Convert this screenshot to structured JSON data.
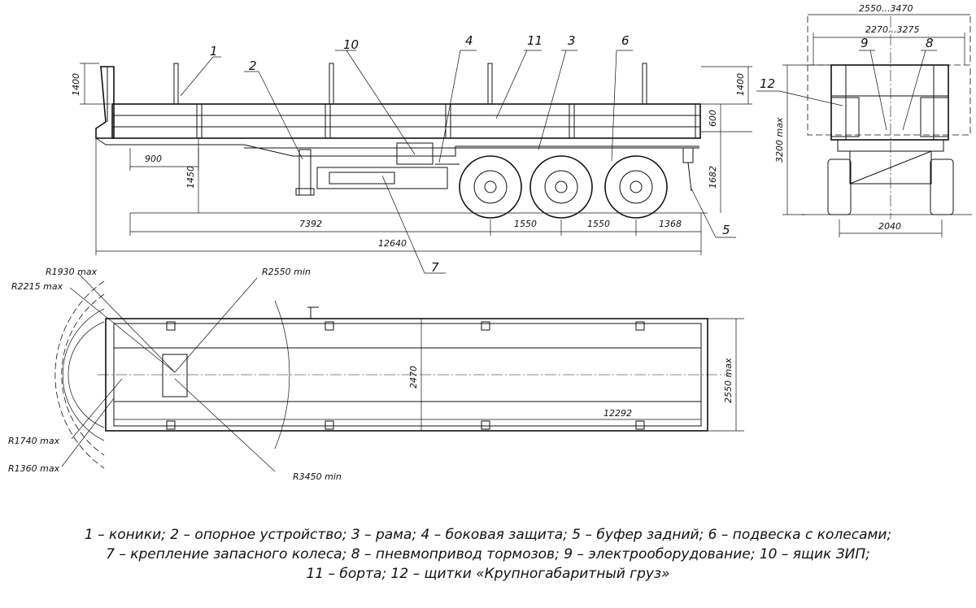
{
  "leaders": [
    "1",
    "2",
    "3",
    "4",
    "5",
    "6",
    "7",
    "8",
    "9",
    "10",
    "11",
    "12"
  ],
  "dims_side": {
    "h_stakes": "1400",
    "h_rear_stakes": "1400",
    "h_board": "600",
    "kingpin_offset": "900",
    "h_frame": "1450",
    "h_total": "1682",
    "l_to_axle": "7392",
    "axle1": "1550",
    "axle2": "1550",
    "rear_overhang": "1368",
    "l_total": "12640"
  },
  "dims_rear": {
    "w_max": "2550...3470",
    "w_inner": "2270...3275",
    "h_max": "3200 max",
    "track": "2040"
  },
  "dims_top": {
    "r1930": "R1930 max",
    "r2215": "R2215 max",
    "r2550": "R2550 min",
    "r1740": "R1740 max",
    "r1360": "R1360 max",
    "r3450": "R3450 min",
    "inner_w": "2470",
    "outer_w": "2550 max",
    "inner_l": "12292"
  },
  "legend": [
    "1 – коники; 2 – опорное устройство; 3 – рама; 4 – боковая защита; 5 – буфер задний; 6 – подвеска с колесами;",
    "7 – крепление запасного колеса; 8 – пневмопривод тормозов; 9 – электрооборудование; 10 – ящик ЗИП;",
    "11 – борта; 12 – щитки «Крупногабаритный груз»"
  ]
}
